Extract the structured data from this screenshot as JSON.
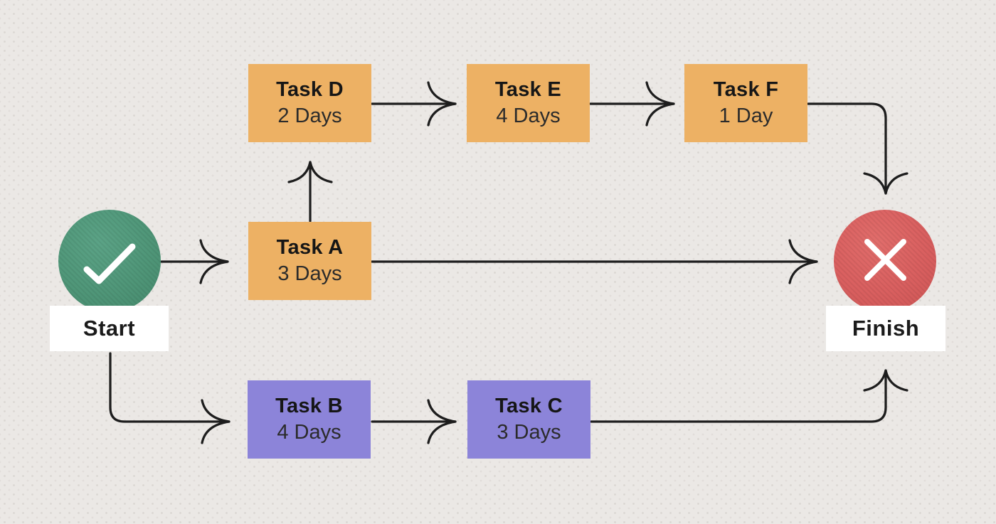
{
  "diagram": {
    "type": "project-network-diagram",
    "nodes": {
      "start": {
        "id": "start",
        "label": "Start",
        "icon": "check-icon",
        "color": "#4f9678"
      },
      "finish": {
        "id": "finish",
        "label": "Finish",
        "icon": "x-icon",
        "color": "#d95f5f"
      },
      "tasks": [
        {
          "id": "task-d",
          "name": "Task D",
          "duration": "2 Days",
          "color": "#edb164",
          "row": "top"
        },
        {
          "id": "task-e",
          "name": "Task E",
          "duration": "4 Days",
          "color": "#edb164",
          "row": "top"
        },
        {
          "id": "task-f",
          "name": "Task F",
          "duration": "1 Day",
          "color": "#edb164",
          "row": "top"
        },
        {
          "id": "task-a",
          "name": "Task A",
          "duration": "3 Days",
          "color": "#edb164",
          "row": "middle"
        },
        {
          "id": "task-b",
          "name": "Task B",
          "duration": "4 Days",
          "color": "#8c84d9",
          "row": "bottom"
        },
        {
          "id": "task-c",
          "name": "Task C",
          "duration": "3 Days",
          "color": "#8c84d9",
          "row": "bottom"
        }
      ]
    },
    "edges": [
      {
        "from": "start",
        "to": "task-a"
      },
      {
        "from": "task-a",
        "to": "task-d"
      },
      {
        "from": "task-d",
        "to": "task-e"
      },
      {
        "from": "task-e",
        "to": "task-f"
      },
      {
        "from": "task-f",
        "to": "finish"
      },
      {
        "from": "task-a",
        "to": "finish"
      },
      {
        "from": "start",
        "to": "task-b"
      },
      {
        "from": "task-b",
        "to": "task-c"
      },
      {
        "from": "task-c",
        "to": "finish"
      }
    ],
    "colors": {
      "background": "#ebe8e5",
      "line": "#1d1d1d",
      "task_orange": "#edb164",
      "task_purple": "#8c84d9",
      "start_green": "#4f9678",
      "finish_red": "#d95f5f",
      "label_background": "#ffffff",
      "text": "#1b1b1b"
    }
  }
}
